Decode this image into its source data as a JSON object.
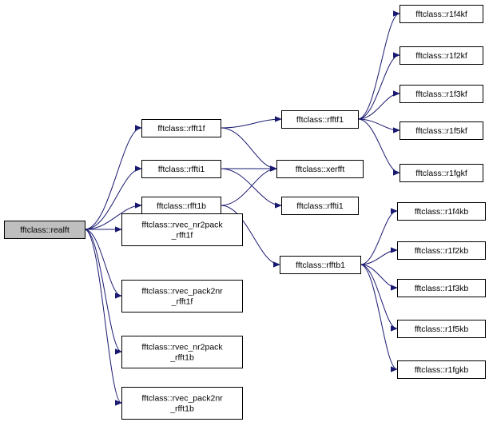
{
  "graph": {
    "edge_color": "#191970",
    "root_fill": "#bfbfbf",
    "nodes": {
      "realft": {
        "lines": [
          "fftclass::realft"
        ],
        "root": true
      },
      "rfft1f": {
        "lines": [
          "fftclass::rfft1f"
        ]
      },
      "rffti1_lvl1": {
        "lines": [
          "fftclass::rffti1"
        ]
      },
      "rfft1b": {
        "lines": [
          "fftclass::rfft1b"
        ]
      },
      "rvec_nr2pack_rfft1f": {
        "lines": [
          "fftclass::rvec_nr2pack",
          "_rfft1f"
        ]
      },
      "rvec_pack2nr_rfft1f": {
        "lines": [
          "fftclass::rvec_pack2nr",
          "_rfft1f"
        ]
      },
      "rvec_nr2pack_rfft1b": {
        "lines": [
          "fftclass::rvec_nr2pack",
          "_rfft1b"
        ]
      },
      "rvec_pack2nr_rfft1b": {
        "lines": [
          "fftclass::rvec_pack2nr",
          "_rfft1b"
        ]
      },
      "rfftf1": {
        "lines": [
          "fftclass::rfftf1"
        ]
      },
      "xerfft": {
        "lines": [
          "fftclass::xerfft"
        ]
      },
      "rffti1_lvl2": {
        "lines": [
          "fftclass::rffti1"
        ]
      },
      "rfftb1": {
        "lines": [
          "fftclass::rfftb1"
        ]
      },
      "r1f4kf": {
        "lines": [
          "fftclass::r1f4kf"
        ]
      },
      "r1f2kf": {
        "lines": [
          "fftclass::r1f2kf"
        ]
      },
      "r1f3kf": {
        "lines": [
          "fftclass::r1f3kf"
        ]
      },
      "r1f5kf": {
        "lines": [
          "fftclass::r1f5kf"
        ]
      },
      "r1fgkf": {
        "lines": [
          "fftclass::r1fgkf"
        ]
      },
      "r1f4kb": {
        "lines": [
          "fftclass::r1f4kb"
        ]
      },
      "r1f2kb": {
        "lines": [
          "fftclass::r1f2kb"
        ]
      },
      "r1f3kb": {
        "lines": [
          "fftclass::r1f3kb"
        ]
      },
      "r1f5kb": {
        "lines": [
          "fftclass::r1f5kb"
        ]
      },
      "r1fgkb": {
        "lines": [
          "fftclass::r1fgkb"
        ]
      }
    },
    "edges": [
      [
        "realft",
        "rfft1f"
      ],
      [
        "realft",
        "rffti1_lvl1"
      ],
      [
        "realft",
        "rfft1b"
      ],
      [
        "realft",
        "rvec_nr2pack_rfft1f"
      ],
      [
        "realft",
        "rvec_pack2nr_rfft1f"
      ],
      [
        "realft",
        "rvec_nr2pack_rfft1b"
      ],
      [
        "realft",
        "rvec_pack2nr_rfft1b"
      ],
      [
        "rfft1f",
        "rfftf1"
      ],
      [
        "rfft1f",
        "xerfft"
      ],
      [
        "rffti1_lvl1",
        "xerfft"
      ],
      [
        "rffti1_lvl1",
        "rffti1_lvl2"
      ],
      [
        "rfft1b",
        "xerfft"
      ],
      [
        "rfft1b",
        "rfftb1"
      ],
      [
        "rfftf1",
        "r1f4kf"
      ],
      [
        "rfftf1",
        "r1f2kf"
      ],
      [
        "rfftf1",
        "r1f3kf"
      ],
      [
        "rfftf1",
        "r1f5kf"
      ],
      [
        "rfftf1",
        "r1fgkf"
      ],
      [
        "rfftb1",
        "r1f4kb"
      ],
      [
        "rfftb1",
        "r1f2kb"
      ],
      [
        "rfftb1",
        "r1f3kb"
      ],
      [
        "rfftb1",
        "r1f5kb"
      ],
      [
        "rfftb1",
        "r1fgkb"
      ]
    ]
  }
}
